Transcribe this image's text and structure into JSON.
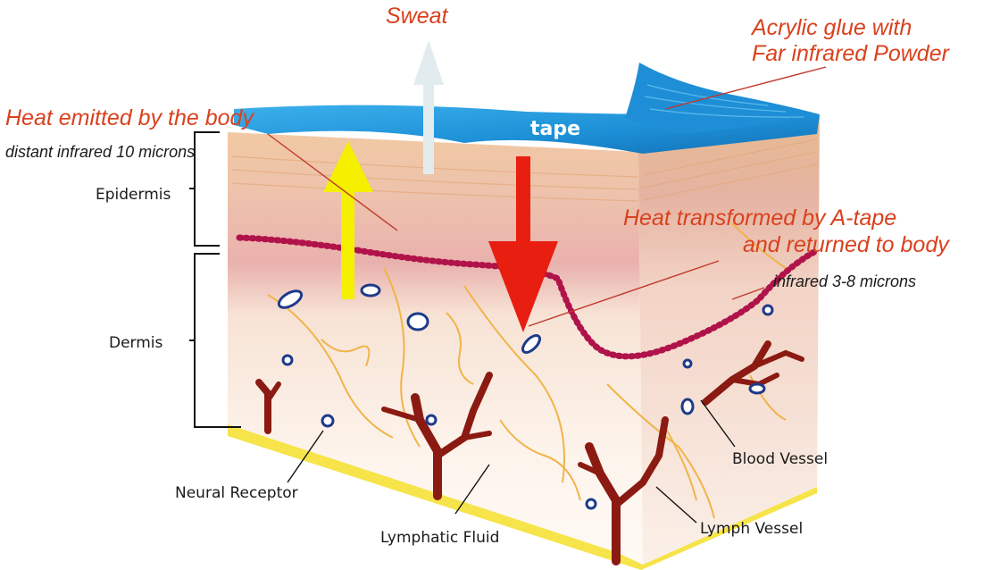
{
  "labels": {
    "sweat": "Sweat",
    "acrylic_line1": "Acrylic glue with",
    "acrylic_line2": "Far infrared Powder",
    "heat_emitted": "Heat emitted by the body",
    "distant_infrared": "distant infrared 10 microns",
    "tape": "tape",
    "epidermis": "Epidermis",
    "dermis": "Dermis",
    "heat_transformed_line1": "Heat transformed by  A-tape",
    "heat_transformed_line2": "and returned to body",
    "infrared_short": "infrared 3-8  microns",
    "blood_vessel": "Blood Vessel",
    "neural_receptor": "Neural Receptor",
    "lymphatic_fluid": "Lymphatic Fluid",
    "lymph_vessel": "Lymph Vessel"
  },
  "colors": {
    "tape_blue": "#1e8fd6",
    "label_red": "#d9411e",
    "heat_up_arrow": "#f4f000",
    "heat_down_arrow": "#e81e10",
    "sweat_arrow": "#e2ecef",
    "vessel": "#8b1a12",
    "membrane": "#b0124a",
    "receptor": "#1e3a8a"
  }
}
